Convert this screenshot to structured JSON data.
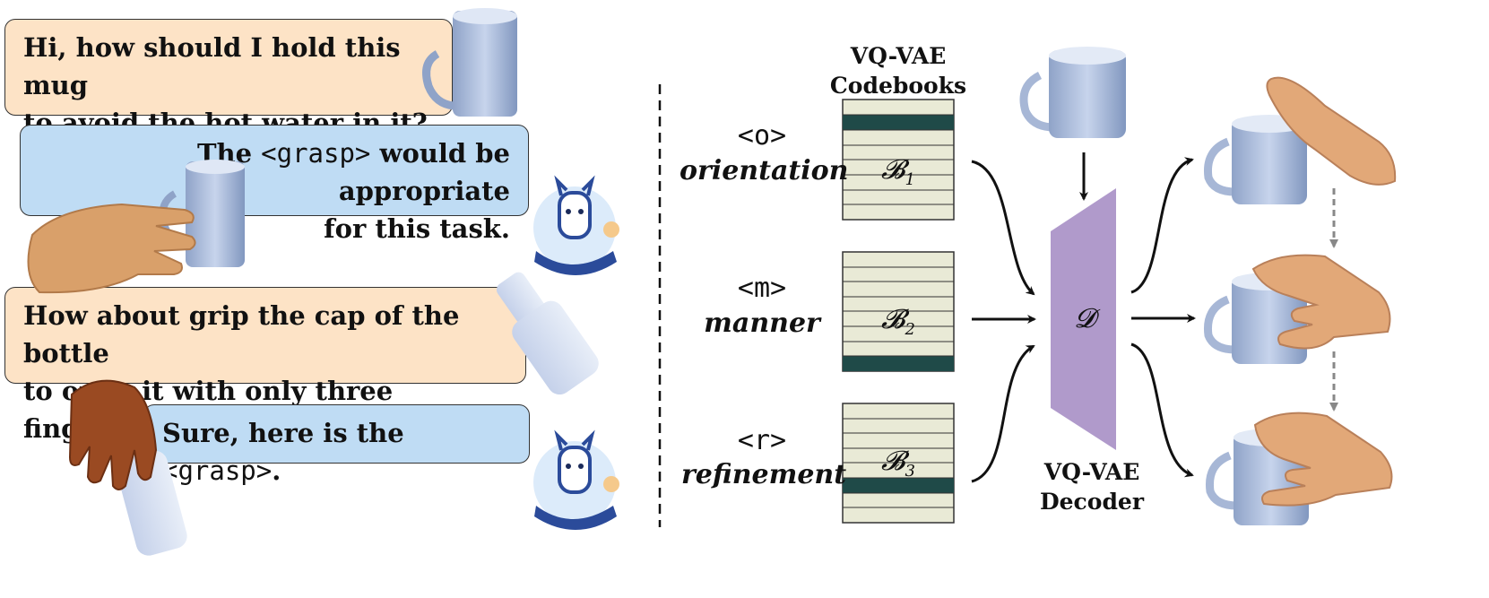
{
  "chat": [
    {
      "role": "user",
      "line1": "Hi, how should I hold this mug",
      "line2": "to avoid the hot water in it?"
    },
    {
      "role": "assistant",
      "pre": "The ",
      "token": "<grasp>",
      "post": " would be appropriate",
      "line2": "for this task."
    },
    {
      "role": "user",
      "line1": "How about grip the cap of the bottle",
      "line2": "to open it with only three fingers?"
    },
    {
      "role": "assistant",
      "pre": "Sure, here is the ",
      "token": "<grasp>",
      "post": "."
    }
  ],
  "tokens": [
    {
      "tag": "<o>",
      "name": "orientation",
      "codebook": "𝓑",
      "sub": "1"
    },
    {
      "tag": "<m>",
      "name": "manner",
      "codebook": "𝓑",
      "sub": "2"
    },
    {
      "tag": "<r>",
      "name": "refinement",
      "codebook": "𝓑",
      "sub": "3"
    }
  ],
  "codebooks_title": {
    "line1": "VQ-VAE",
    "line2": "Codebooks"
  },
  "decoder": {
    "symbol": "𝓓",
    "line1": "VQ-VAE",
    "line2": "Decoder"
  },
  "colors": {
    "user_bubble": "#fde3c6",
    "assistant_bubble": "#bfdcf4",
    "codebook_fill": "#e9ead6",
    "codebook_selected": "#1f4a48",
    "decoder": "#b09acb",
    "mug": "#b9c8e4",
    "skin": "#e2a878"
  }
}
